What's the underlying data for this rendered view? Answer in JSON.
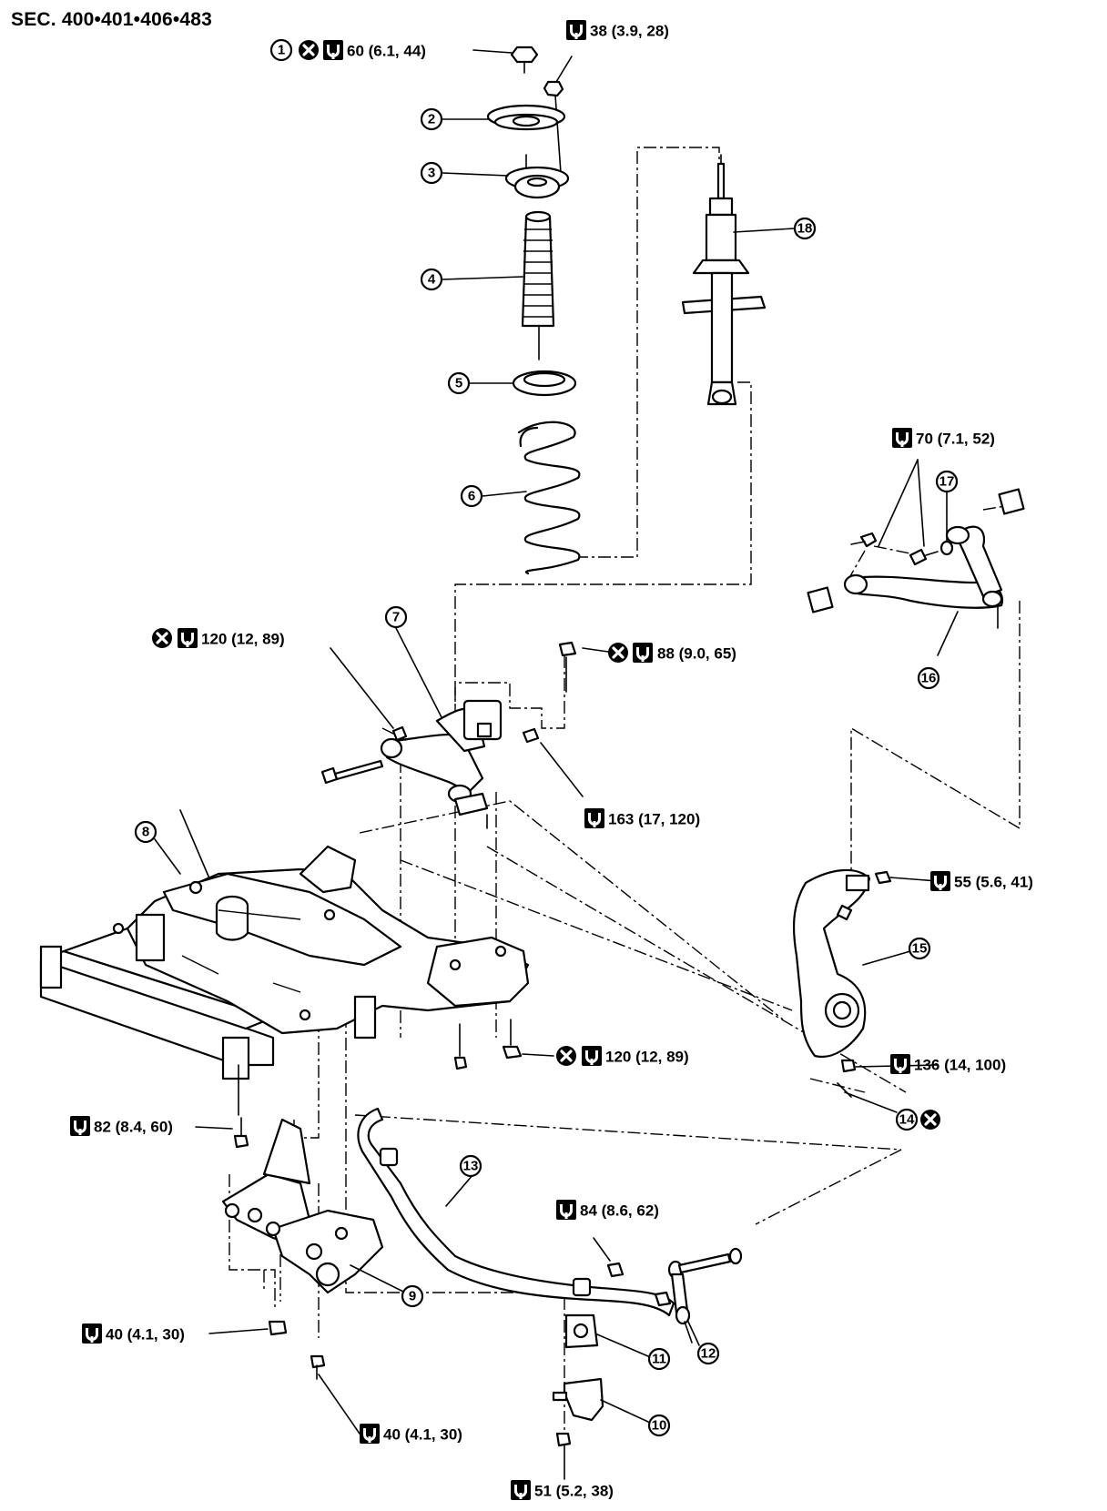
{
  "title": "SEC. 400•401•406•483",
  "callouts": [
    {
      "id": "c1",
      "num": "1"
    },
    {
      "id": "c2",
      "num": "2"
    },
    {
      "id": "c3",
      "num": "3"
    },
    {
      "id": "c4",
      "num": "4"
    },
    {
      "id": "c5",
      "num": "5"
    },
    {
      "id": "c6",
      "num": "6"
    },
    {
      "id": "c7",
      "num": "7"
    },
    {
      "id": "c8",
      "num": "8"
    },
    {
      "id": "c9",
      "num": "9"
    },
    {
      "id": "c10",
      "num": "10"
    },
    {
      "id": "c11",
      "num": "11"
    },
    {
      "id": "c12",
      "num": "12"
    },
    {
      "id": "c13",
      "num": "13"
    },
    {
      "id": "c14",
      "num": "14"
    },
    {
      "id": "c15",
      "num": "15"
    },
    {
      "id": "c16",
      "num": "16"
    },
    {
      "id": "c17",
      "num": "17"
    },
    {
      "id": "c18",
      "num": "18"
    }
  ],
  "torque_specs": [
    {
      "id": "t1",
      "text": "60 (6.1, 44)"
    },
    {
      "id": "t2",
      "text": "38 (3.9, 28)"
    },
    {
      "id": "t3",
      "text": "120 (12, 89)"
    },
    {
      "id": "t4",
      "text": "88 (9.0, 65)"
    },
    {
      "id": "t5",
      "text": "163 (17, 120)"
    },
    {
      "id": "t6",
      "text": "70 (7.1, 52)"
    },
    {
      "id": "t7",
      "text": "55 (5.6, 41)"
    },
    {
      "id": "t8",
      "text": "120 (12, 89)"
    },
    {
      "id": "t9",
      "text": "136 (14, 100)"
    },
    {
      "id": "t10",
      "text": "82 (8.4, 60)"
    },
    {
      "id": "t11",
      "text": "84 (8.6, 62)"
    },
    {
      "id": "t12",
      "text": "40 (4.1, 30)"
    },
    {
      "id": "t13",
      "text": "40 (4.1, 30)"
    },
    {
      "id": "t14",
      "text": "51 (5.2, 38)"
    }
  ],
  "icons": {
    "torque": "torque-wrench-icon",
    "do_not_reuse": "do-not-reuse-x-icon"
  }
}
